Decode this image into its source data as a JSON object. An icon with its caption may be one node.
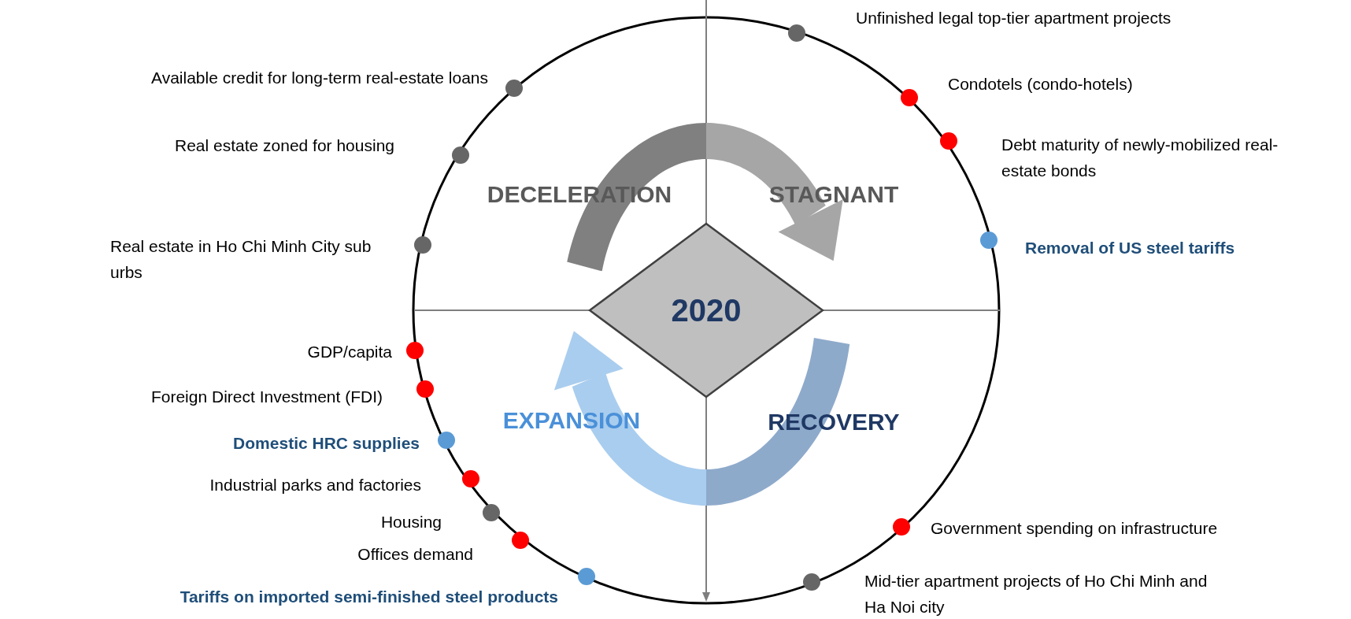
{
  "diagram": {
    "nodes": [
      {
        "text": [
          "2020"
        ]
      },
      {
        "text": [],
        "shape": "circle",
        "beside": [
          "Unfinished legal top-tier apartment projects"
        ]
      },
      {
        "text": [],
        "shape": "circle",
        "beside": [
          "Available credit for long-term real-estate loans"
        ]
      },
      {
        "text": [],
        "shape": "circle",
        "beside": [
          "Condotels (condo-hotels)"
        ]
      },
      {
        "text": [],
        "shape": "circle",
        "beside": [
          "Debt maturity of newly-mobilized real-estate bonds"
        ]
      },
      {
        "text": [],
        "shape": "circle",
        "beside": [
          "Real estate zoned for housing"
        ]
      },
      {
        "text": [],
        "shape": "circle",
        "beside": [
          "Real estate in Ho Chi Minh City sub urbs"
        ]
      },
      {
        "text": [],
        "shape": "circle",
        "beside": [
          "Removal of US steel tariffs"
        ]
      },
      {
        "text": [],
        "shape": "circle",
        "beside": [
          "GDP/capita"
        ]
      },
      {
        "text": [],
        "shape": "circle",
        "beside": [
          "Foreign Direct Investment (FDI)"
        ]
      },
      {
        "text": [],
        "shape": "circle",
        "beside": [
          "Domestic HRC supplies"
        ]
      },
      {
        "text": [],
        "shape": "circle",
        "beside": [
          "Industrial parks and factories"
        ]
      },
      {
        "text": [],
        "shape": "circle",
        "beside": [
          "Housing"
        ]
      },
      {
        "text": [],
        "shape": "circle",
        "beside": [
          "Offices demand"
        ]
      },
      {
        "text": [],
        "shape": "circle",
        "beside": [
          "Government spending on infrastructure"
        ]
      },
      {
        "text": [],
        "shape": "circle",
        "beside": [
          "Tariffs on imported semi-finished steel products"
        ]
      },
      {
        "text": [],
        "shape": "circle",
        "beside": [
          "Mid-tier apartment projects of Ho Chi Minh and Ha Noi city"
        ]
      }
    ],
    "labels": [
      "DECELERATION",
      "STAGNANT",
      "EXPANSION",
      "RECOVERY"
    ]
  }
}
